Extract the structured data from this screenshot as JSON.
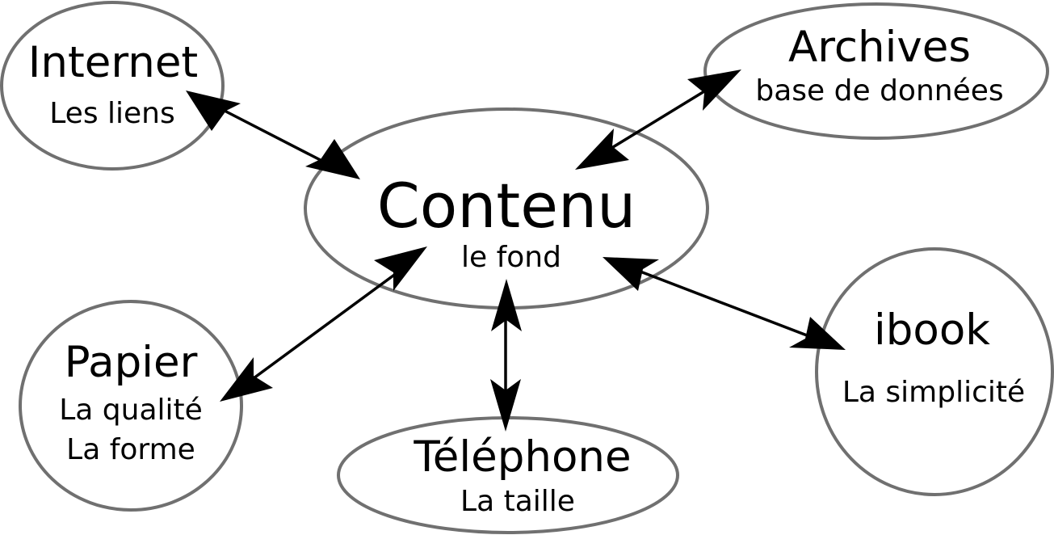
{
  "diagram": {
    "center": {
      "title": "Contenu",
      "subtitle": "le fond"
    },
    "internet": {
      "title": "Internet",
      "subtitle": "Les liens"
    },
    "archives": {
      "title": "Archives",
      "subtitle": "base de données"
    },
    "papier": {
      "title": "Papier",
      "line1": "La qualité",
      "line2": "La forme"
    },
    "telephone": {
      "title": "Téléphone",
      "subtitle": "La taille"
    },
    "ibook": {
      "title": "ibook",
      "subtitle": "La simplicité"
    }
  }
}
